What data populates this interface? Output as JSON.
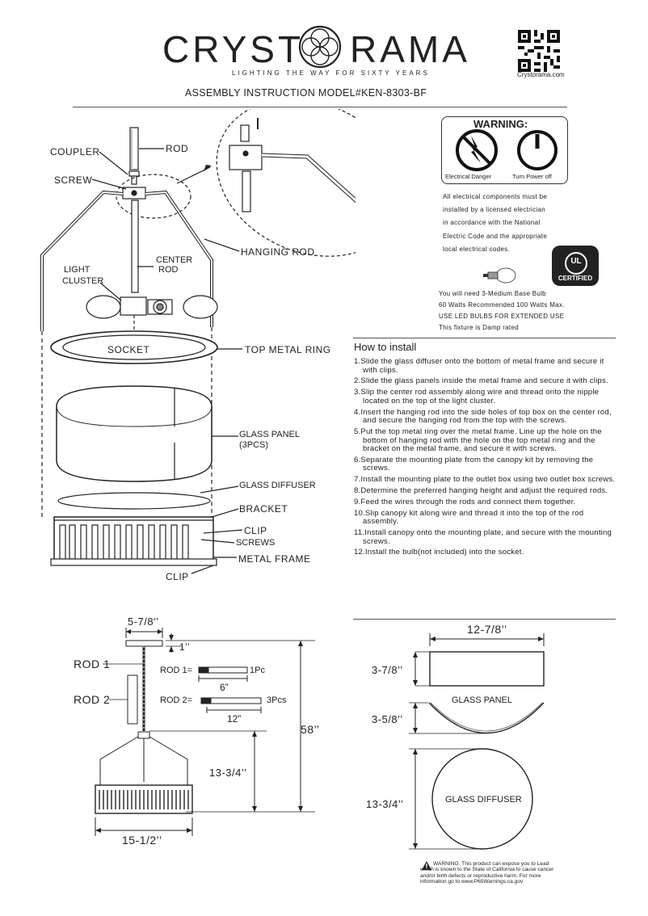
{
  "brand": {
    "left": "CRYST",
    "right": "RAMA",
    "tagline": "LIGHTING THE WAY FOR SIXTY YEARS",
    "website": "Crystorama.com"
  },
  "doc_title": "ASSEMBLY INSTRUCTION MODEL#KEN-8303-BF",
  "diagram_labels": {
    "coupler": "COUPLER",
    "rod": "ROD",
    "screw": "SCREW",
    "center": "CENTER",
    "rod2": "ROD",
    "light": "LIGHT",
    "cluster": "CLUSTER",
    "hanging_rod": "HANGING ROD",
    "socket": "SOCKET",
    "top_metal_ring": "TOP METAL RING",
    "glass_panel": "GLASS PANEL",
    "glass_panel_qty": "(3PCS)",
    "glass_diffuser": "GLASS DIFFUSER",
    "bracket": "BRACKET",
    "clip": "CLIP",
    "screws": "SCREWS",
    "metal_frame": "METAL FRAME",
    "clip2": "CLIP"
  },
  "warning": {
    "title": "WARNING:",
    "icon1_label": "Electrical Danger",
    "icon2_label": "Turn Power off",
    "notes": [
      "All electrical components must be",
      "installed by a licensed electrician",
      "in accordance with the National",
      "Electric Code and the appropriate",
      "local electrical codes."
    ],
    "ul_text": "UL",
    "ul_label": "CERTIFIED"
  },
  "bulb_requirements": [
    "You will need 3-Medium Base Bulb",
    "60 Watts Recommended 100 Watts Max.",
    "USE LED BULBS FOR EXTENDED USE",
    "This fixture is Damp rated"
  ],
  "install": {
    "title": "How to install",
    "steps": [
      "1.Slide the glass diffuser onto the bottom of metal frame and secure it with clips.",
      "2.Slide the glass panels inside the metal frame and secure it with clips.",
      "3.Slip the center rod assembly along wire and thread onto the nipple located on the top of the light cluster.",
      "4.Insert the hanging rod into the side holes of top box on the center rod, and secure the hanging rod from the top with the screws.",
      "5.Put the top metal ring over the metal frame. Line up the hole on the bottom of hanging rod with the hole on the top metal ring and the bracket on the metal frame, and secure it with screws.",
      "6.Separate the mounting plate from the canopy kit by removing the screws.",
      "7.Install the mounting plate to the outlet box using two outlet box screws.",
      "8.Determine the preferred hanging height and adjust  the required rods.",
      "9.Feed the wires through the rods and connect them together.",
      "10.Slip canopy kit along wire and thread it into the top of the rod assembly.",
      "11.Install canopy onto the mounting plate, and secure with the mounting screws.",
      "12.Install the bulb(not included) into the socket."
    ]
  },
  "dimensions": {
    "canopy_width": "5-7/8’’",
    "canopy_gap": "1’’",
    "rod1": "ROD  1",
    "rod2": "ROD  2",
    "rod1_eq": "ROD 1=",
    "rod1_qty": "1Pc",
    "rod1_len": "6”",
    "rod2_eq": "ROD 2=",
    "rod2_qty": "3Pcs",
    "rod2_len": "12”",
    "overall_height": "58’’",
    "body_height": "13-3/4’’",
    "body_width": "15-1/2’’",
    "panel_width": "12-7/8’’",
    "panel_height": "3-7/8’’",
    "glass_panel_label": "GLASS PANEL",
    "curve_depth": "3-5/8’’",
    "diffuser_diam": "13-3/4’’",
    "glass_diffuser_label": "GLASS DIFFUSER"
  },
  "prop65": [
    "WARNING: This product can expose you to Lead",
    "which is known to the State of California to cause cancer",
    "and/or birth defects or reproductive harm. For more",
    "information go to www.P65Warnings.ca.gov"
  ]
}
